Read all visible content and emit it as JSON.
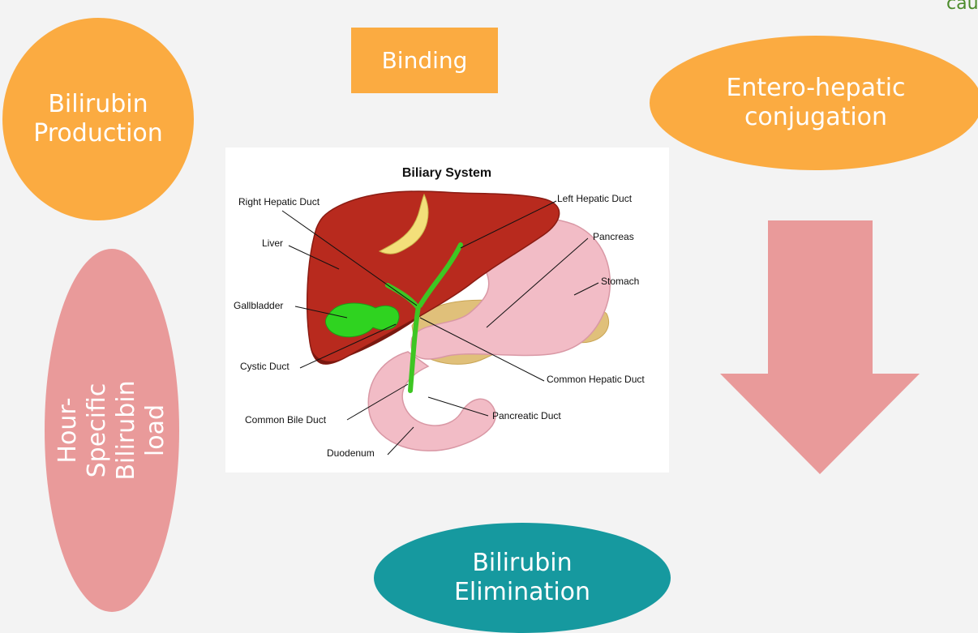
{
  "nodes": {
    "production": "Bilirubin\nProduction",
    "binding": "Binding",
    "entero_hepatic": "Entero-hepatic\nconjugation",
    "elimination": "Bilirubin\nElimination",
    "hour_specific": "Hour- Specific\nBilirubin load"
  },
  "corner_fragment": "cau",
  "figure": {
    "title": "Biliary System",
    "labels": {
      "right_hepatic_duct": "Right Hepatic Duct",
      "left_hepatic_duct": "Left Hepatic Duct",
      "liver": "Liver",
      "pancreas": "Pancreas",
      "stomach": "Stomach",
      "gallbladder": "Gallbladder",
      "cystic_duct": "Cystic Duct",
      "common_hepatic_duct": "Common Hepatic Duct",
      "common_bile_duct": "Common Bile Duct",
      "pancreatic_duct": "Pancreatic Duct",
      "duodenum": "Duodenum"
    }
  },
  "colors": {
    "orange": "#fbab41",
    "teal": "#16999f",
    "pink": "#e99a9a",
    "corner_text": "#4c8b2b",
    "background": "#f3f3f3"
  }
}
